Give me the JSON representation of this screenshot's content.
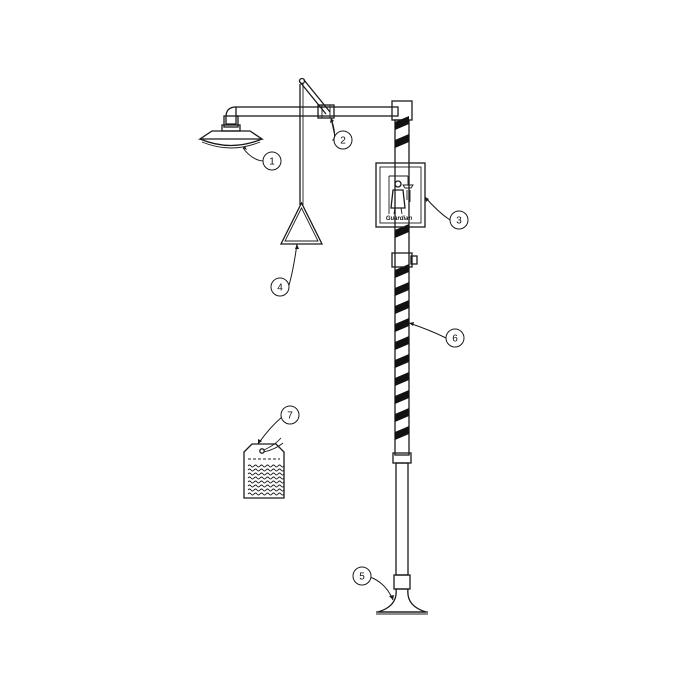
{
  "callouts": [
    {
      "id": "1",
      "label": "1",
      "target": "shower-head"
    },
    {
      "id": "2",
      "label": "2",
      "target": "ball-valve"
    },
    {
      "id": "3",
      "label": "3",
      "target": "safety-sign"
    },
    {
      "id": "4",
      "label": "4",
      "target": "pull-rod-triangle"
    },
    {
      "id": "5",
      "label": "5",
      "target": "floor-flange"
    },
    {
      "id": "6",
      "label": "6",
      "target": "striped-pipe"
    },
    {
      "id": "7",
      "label": "7",
      "target": "inspection-tag"
    }
  ],
  "sign": {
    "brand_text": "Guardian"
  },
  "colors": {
    "line": "#1a1a1a",
    "stripe": "#111111",
    "background": "#ffffff"
  }
}
